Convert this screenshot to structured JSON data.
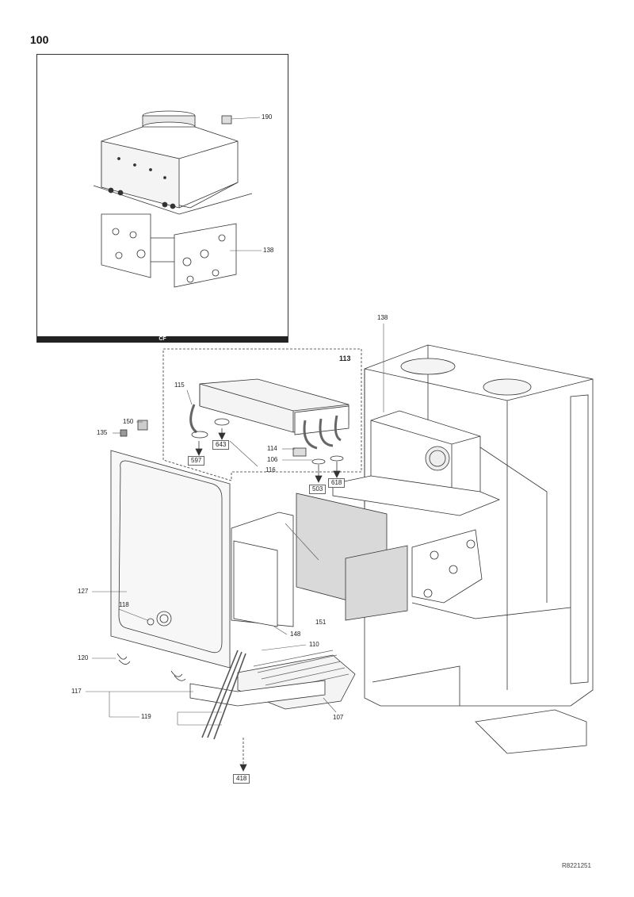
{
  "page_number": "100",
  "inset": {
    "band_label": "CF"
  },
  "subgroup_label": "113",
  "document_ref": "R8221251",
  "part_labels": [
    "190",
    "138",
    "138",
    "115",
    "150",
    "135",
    "643",
    "597",
    "114",
    "106",
    "116",
    "618",
    "503",
    "127",
    "118",
    "151",
    "148",
    "110",
    "120",
    "117",
    "119",
    "107"
  ],
  "boxed_labels": [
    "643",
    "597",
    "618",
    "503",
    "418"
  ]
}
